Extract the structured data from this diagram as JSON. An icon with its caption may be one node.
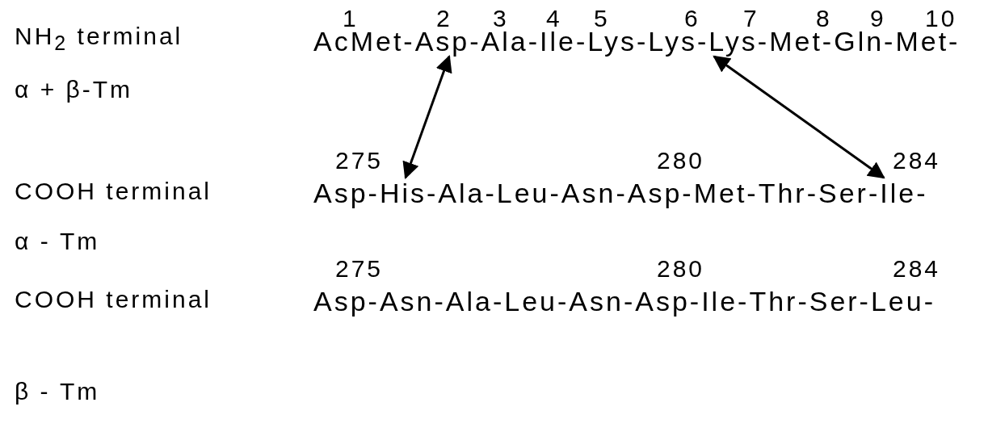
{
  "diagram": {
    "nodes": [
      {
        "text": [
          "AcMet-Asp-Ala-Ile-Lys-Lys-Lys-Met-Gln-Met-"
        ]
      },
      {
        "text": [
          "Asp-His-Ala-Leu-Asn-Asp-Met-Thr-Ser-Ile-"
        ]
      }
    ],
    "edges": [
      {
        "from": 0,
        "to": 1,
        "arrow": "both"
      },
      {
        "from": 0,
        "to": 1,
        "arrow": "both"
      }
    ],
    "labels": [
      "1",
      "2",
      "3",
      "4",
      "5",
      "6",
      "7",
      "8",
      "9",
      "10",
      "NH$_{2}$ terminal",
      "α + β-Tm",
      "275",
      "280",
      "284",
      "COOH terminal",
      "α - Tm",
      "275",
      "280",
      "284",
      "COOH terminal",
      "Asp-Asn-Ala-Leu-Asn-Asp-Ile-Thr-Ser-Leu-",
      "β - Tm"
    ]
  }
}
